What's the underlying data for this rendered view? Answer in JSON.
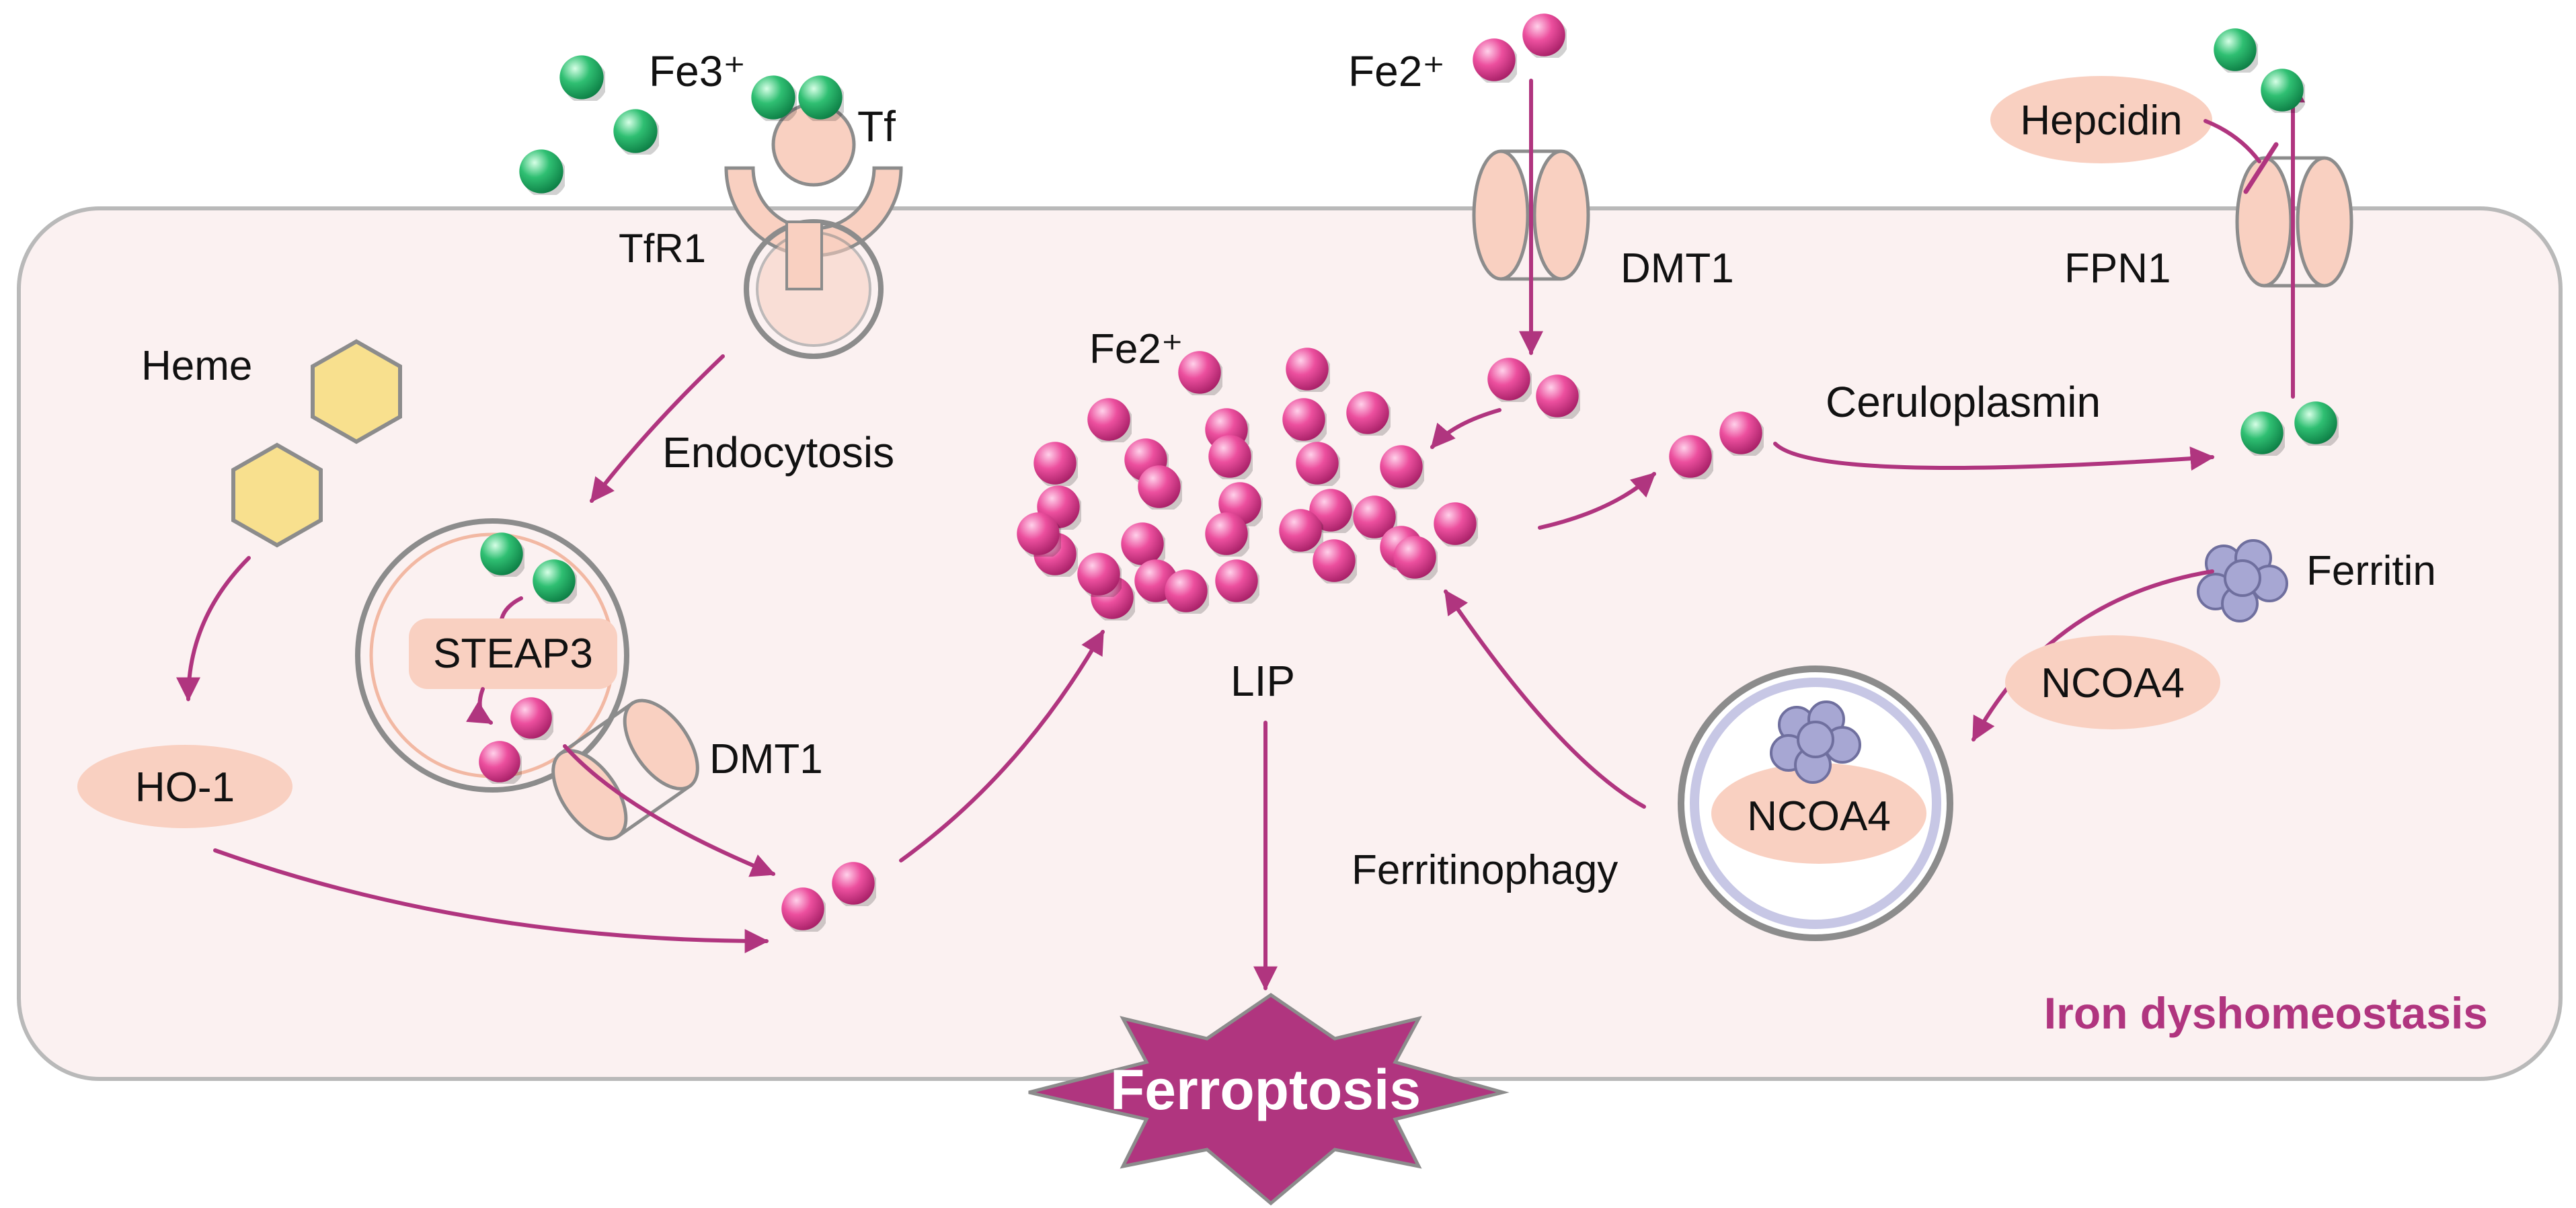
{
  "labels": {
    "fe3_top": "Fe3⁺",
    "tf": "Tf",
    "tfr1": "TfR1",
    "fe2_top": "Fe2⁺",
    "dmt1_membrane": "DMT1",
    "hepcidin": "Hepcidin",
    "fpn1": "FPN1",
    "heme": "Heme",
    "endocytosis": "Endocytosis",
    "fe2_pool": "Fe2⁺",
    "ceruloplasmin": "Ceruloplasmin",
    "steap3": "STEAP3",
    "dmt1_endosome": "DMT1",
    "ho1": "HO-1",
    "lip": "LIP",
    "ferritin": "Ferritin",
    "ncoa4_outer": "NCOA4",
    "ncoa4_inner": "NCOA4",
    "ferritinophagy": "Ferritinophagy",
    "panel_title": "Iron dyshomeostasis",
    "outcome": "Ferroptosis"
  },
  "colors": {
    "cell_fill": "#fbf1f1",
    "cell_stroke": "#b9b9b9",
    "arrow": "#b0357f",
    "protein_fill": "#f9d0c1",
    "fe2_ion": "#e8479a",
    "fe3_ion": "#27b56a",
    "heme_fill": "#f8e08e",
    "ferritin_fill": "#a7a7d3",
    "ferroptosis_star": "#b0357f",
    "title_text": "#b0357f"
  },
  "icons": [
    "fe3-ion-icon",
    "fe2-ion-icon",
    "heme-hexagon-icon",
    "ferritin-cluster-icon",
    "transporter-channel-icon",
    "receptor-icon",
    "vesicle-icon",
    "autophagosome-icon",
    "starburst-icon"
  ]
}
